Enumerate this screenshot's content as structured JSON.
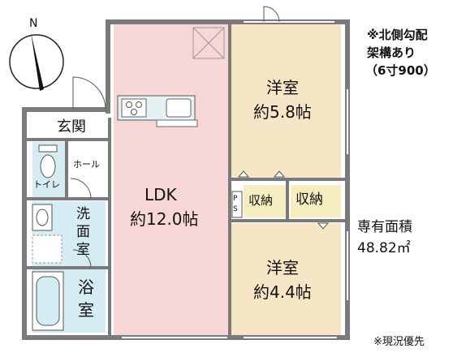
{
  "compass": {
    "north_label": "N"
  },
  "notes": {
    "roof_line1": "※北側勾配",
    "roof_line2": "架構あり",
    "roof_line3": "（6寸900）",
    "area_label": "専有面積",
    "area_value": "48.82㎡",
    "disclaimer": "※現況優先"
  },
  "rooms": {
    "ldk": {
      "name": "LDK",
      "size": "約12.0帖"
    },
    "western_north": {
      "name": "洋室",
      "size": "約5.8帖"
    },
    "western_south": {
      "name": "洋室",
      "size": "約4.4帖"
    },
    "entrance": {
      "name": "玄関"
    },
    "hall": {
      "name": "ホール"
    },
    "toilet": {
      "name": "トイレ"
    },
    "washroom": {
      "name_lines": [
        "洗",
        "面",
        "室"
      ]
    },
    "bath": {
      "name_lines": [
        "浴",
        "室"
      ]
    },
    "storage_left": {
      "name": "収納"
    },
    "storage_right": {
      "name": "収納"
    },
    "pipe_space": {
      "lines": [
        "P",
        "S"
      ]
    }
  },
  "colors": {
    "ldk_fill": "#f7d7d6",
    "western_fill": "#f7e6c6",
    "storage_fill": "#f6edc0",
    "wet_fill": "#d6ecf3",
    "wall": "#7a7a7a"
  }
}
